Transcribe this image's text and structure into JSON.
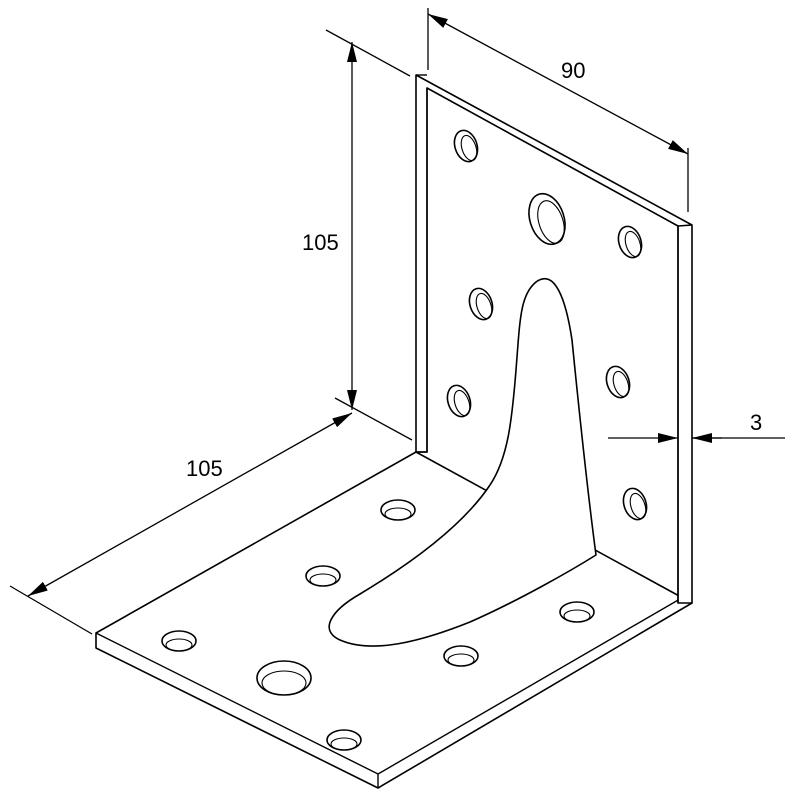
{
  "dimensions": {
    "width": "90",
    "height": "105",
    "depth": "105",
    "thickness": "3"
  }
}
